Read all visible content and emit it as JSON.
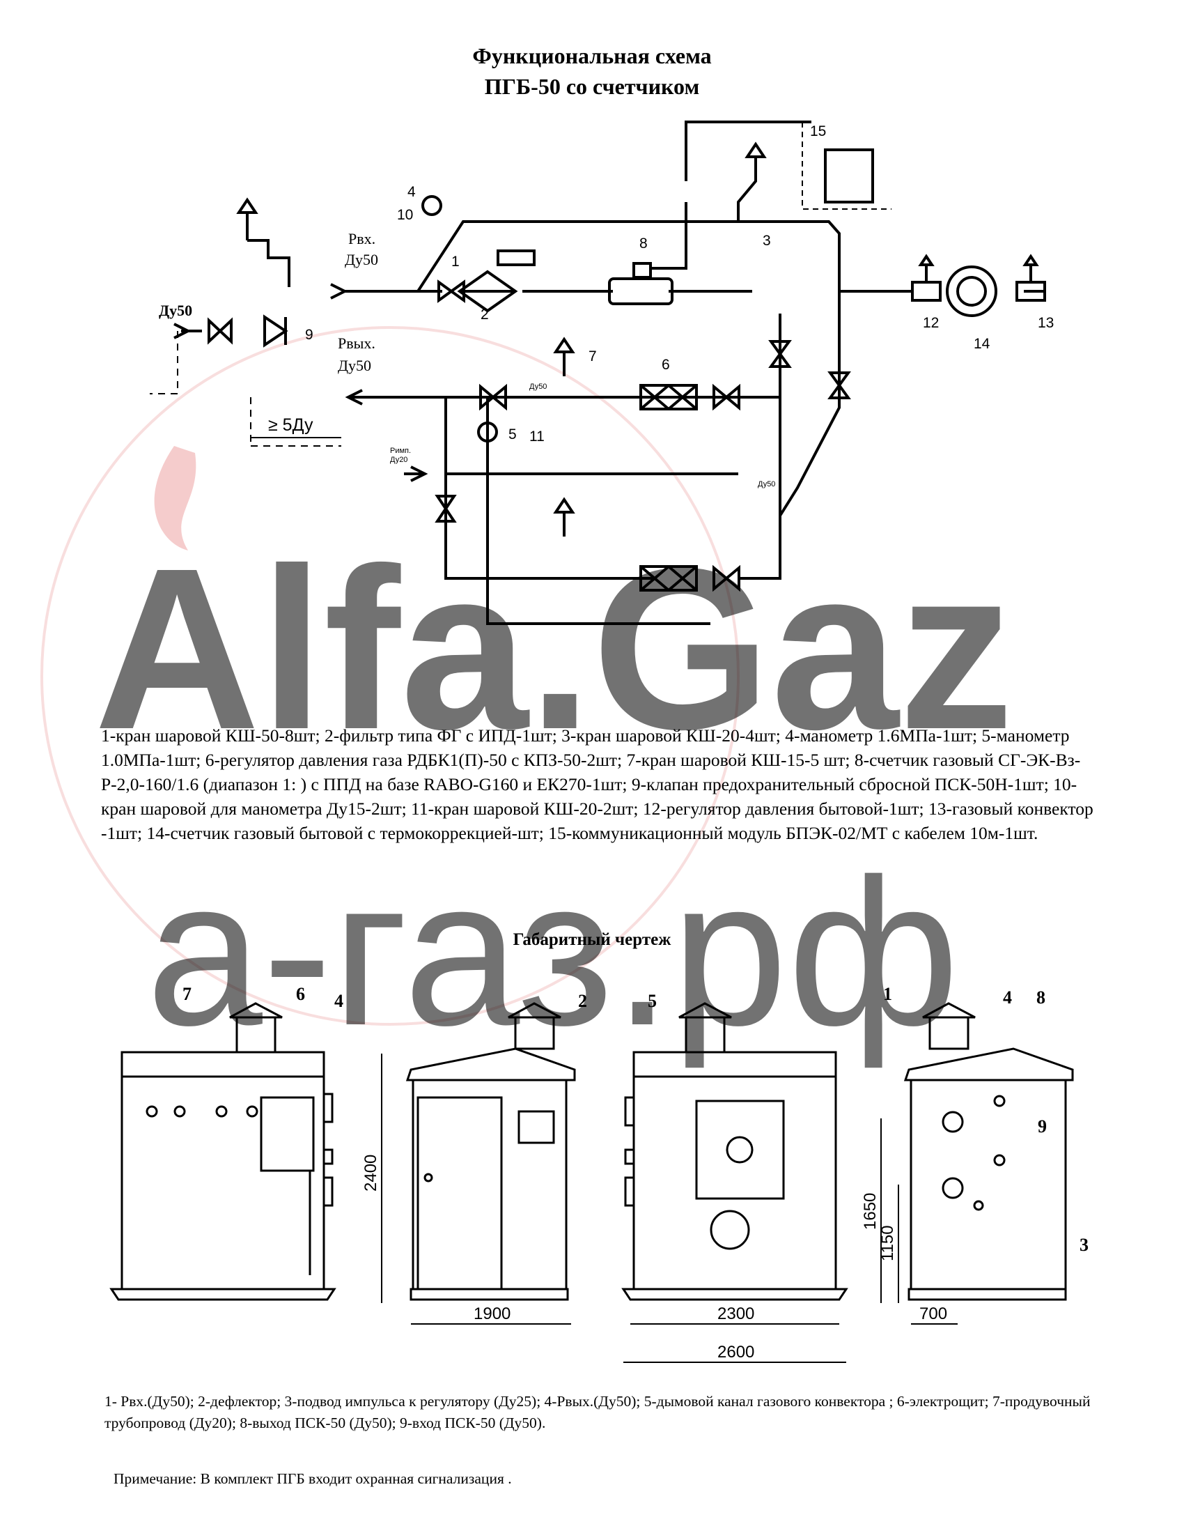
{
  "title_line1": "Функциональная схема",
  "title_line2": "ПГБ-50 со счетчиком",
  "watermark": {
    "brand": "Alfa.Gaz",
    "domain": "а-газ.рф",
    "color": "#f6d6d6"
  },
  "scheme": {
    "inlet_label": "Рвх.",
    "inlet_size": "Ду50",
    "outlet_label": "Рвых.",
    "outlet_size": "Ду50",
    "vent_size": "Ду50",
    "distance_label": "≥ 5Ду",
    "impulse_label": "Римп.",
    "impulse_size": "Ду20",
    "pipe_size_small": "Ду50",
    "numbers": [
      "1",
      "2",
      "3",
      "4",
      "5",
      "6",
      "7",
      "8",
      "9",
      "10",
      "11",
      "12",
      "13",
      "14",
      "15"
    ]
  },
  "legend_text": "1-кран шаровой КШ-50-8шт; 2-фильтр типа ФГ с ИПД-1шт; 3-кран шаровой КШ-20-4шт; 4-манометр 1.6МПа-1шт; 5-манометр 1.0МПа-1шт; 6-регулятор давления газа РДБК1(П)-50 с КПЗ-50-2шт; 7-кран шаровой КШ-15-5 шт; 8-счетчик газовый СГ-ЭК-Вз-Р-2,0-160/1.6 (диапазон 1:    ) с ППД на базе RABO-G160 и ЕК270-1шт; 9-клапан предохранительный сбросной ПСК-50Н-1шт; 10-кран шаровой для манометра Ду15-2шт; 11-кран шаровой КШ-20-2шт; 12-регулятор давления бытовой-1шт; 13-газовый конвектор -1шт; 14-счетчик газовый бытовой с термокоррекцией-шт; 15-коммуникационный модуль БПЭК-02/МТ с кабелем 10м-1шт.",
  "drawing_title": "Габаритный чертеж",
  "dimensions": {
    "height": "2400",
    "width_side": "1900",
    "width_front": "2300",
    "width_total": "2600",
    "h1": "1650",
    "h2": "1150",
    "depth": "700"
  },
  "drawing_numbers": {
    "n1": "1",
    "n2": "2",
    "n3": "3",
    "n4": "4",
    "n5": "5",
    "n6": "6",
    "n7": "7",
    "n8": "8",
    "n9": "9"
  },
  "legend2_text": "1- Рвх.(Ду50); 2-дефлектор; 3-подвод импульса к регулятору (Ду25); 4-Рвых.(Ду50); 5-дымовой канал газового конвектора ; 6-электрощит; 7-продувочный трубопровод (Ду20); 8-выход ПСК-50 (Ду50); 9-вход ПСК-50 (Ду50).",
  "note": "Примечание: В комплект ПГБ входит охранная сигнализация ."
}
